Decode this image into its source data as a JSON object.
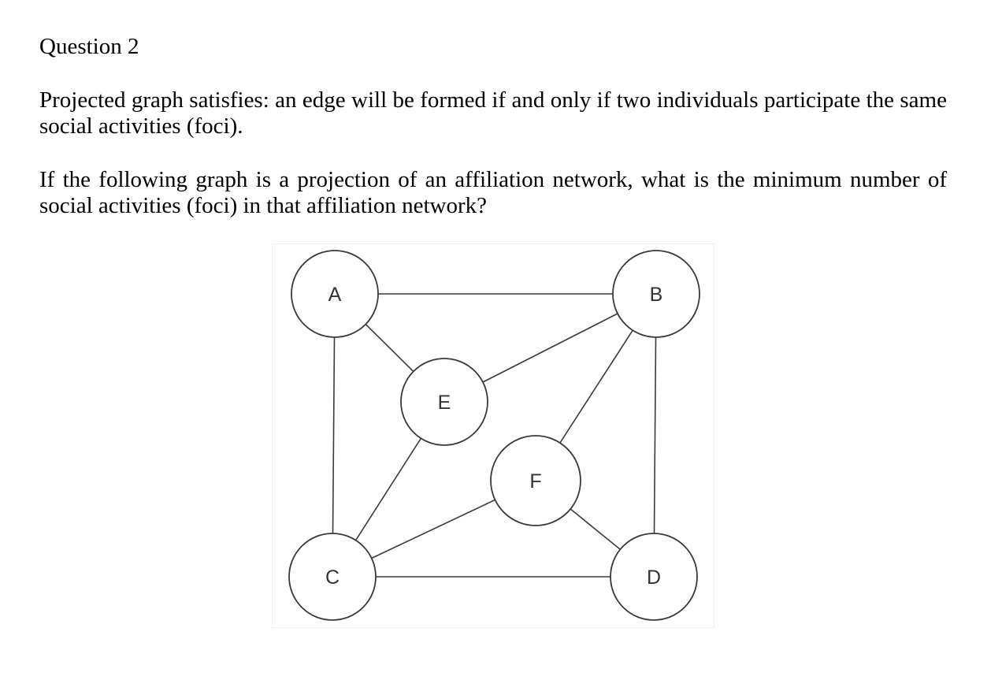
{
  "question": {
    "title": "Question 2",
    "paragraph_1": "Projected graph satisfies: an edge will be formed if and only if two individuals participate the same social activities (foci).",
    "paragraph_2": "If the following graph is a projection of an affiliation network, what is the minimum number of social activities (foci) in that affiliation network?"
  },
  "graph": {
    "nodes": [
      "A",
      "B",
      "C",
      "D",
      "E",
      "F"
    ],
    "edges": [
      [
        "A",
        "B"
      ],
      [
        "A",
        "C"
      ],
      [
        "A",
        "E"
      ],
      [
        "B",
        "E"
      ],
      [
        "B",
        "F"
      ],
      [
        "B",
        "D"
      ],
      [
        "C",
        "E"
      ],
      [
        "C",
        "F"
      ],
      [
        "C",
        "D"
      ],
      [
        "F",
        "D"
      ]
    ]
  }
}
